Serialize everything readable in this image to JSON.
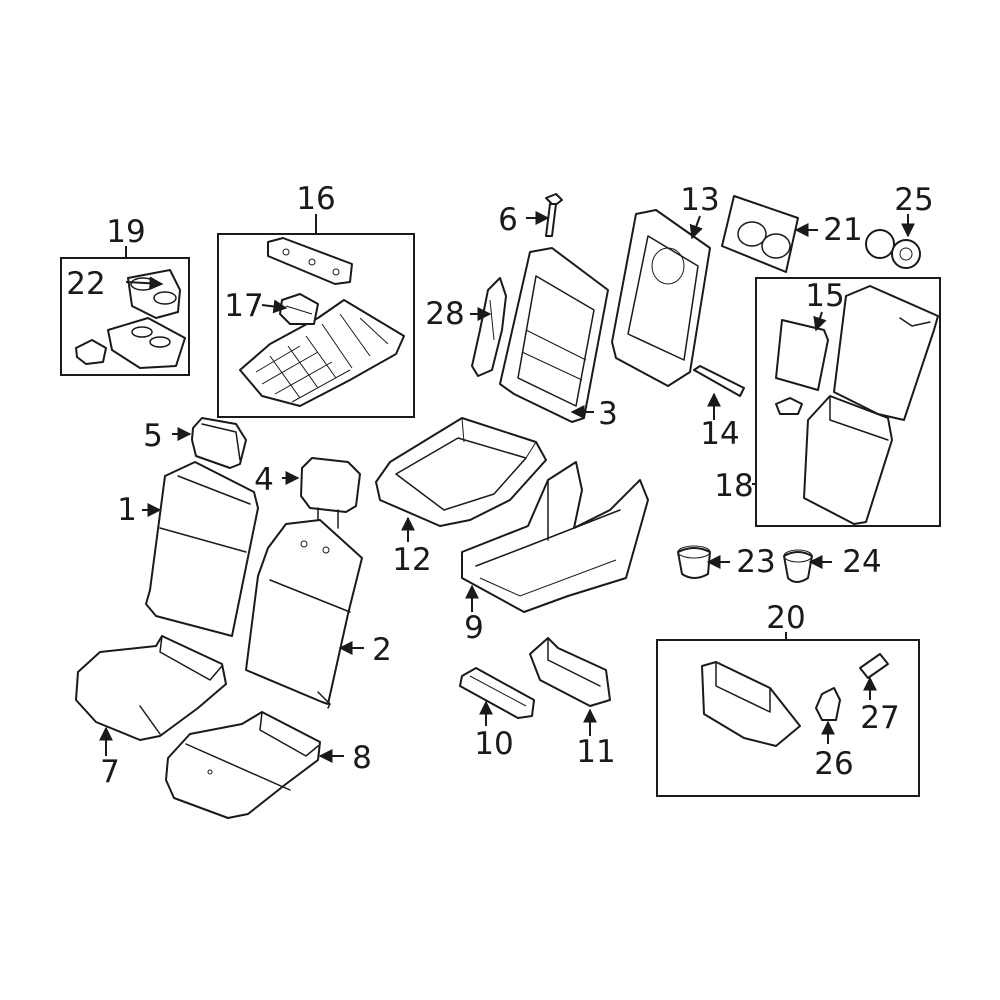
{
  "callouts": {
    "c1": "1",
    "c2": "2",
    "c3": "3",
    "c4": "4",
    "c5": "5",
    "c6": "6",
    "c7": "7",
    "c8": "8",
    "c9": "9",
    "c10": "10",
    "c11": "11",
    "c12": "12",
    "c13": "13",
    "c14": "14",
    "c15": "15",
    "c16": "16",
    "c17": "17",
    "c18": "18",
    "c19": "19",
    "c20": "20",
    "c21": "21",
    "c22": "22",
    "c23": "23",
    "c24": "24",
    "c25": "25",
    "c26": "26",
    "c27": "27",
    "c28": "28"
  },
  "icons": {
    "arrowhead": "filled-triangle-arrowhead"
  },
  "colors": {
    "line": "#1a1a1a",
    "background": "#ffffff"
  }
}
